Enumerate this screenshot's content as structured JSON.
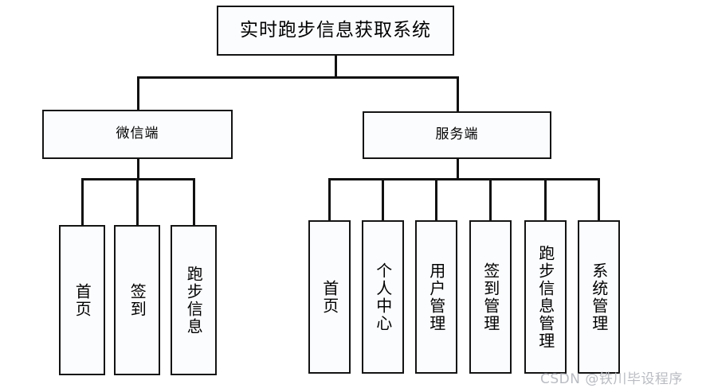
{
  "diagram": {
    "type": "hierarchy-tree",
    "title": "实时跑步信息获取系统",
    "root": {
      "label": "实时跑步信息获取系统"
    },
    "branches": [
      {
        "label": "微信端",
        "children": [
          {
            "label": "首页"
          },
          {
            "label": "签到"
          },
          {
            "label": "跑步信息"
          }
        ]
      },
      {
        "label": "服务端",
        "children": [
          {
            "label": "首页"
          },
          {
            "label": "个人中心"
          },
          {
            "label": "用户管理"
          },
          {
            "label": "签到管理"
          },
          {
            "label": "跑步信息管理"
          },
          {
            "label": "系统管理"
          }
        ]
      }
    ]
  },
  "watermark": {
    "text": "CSDN @铁川毕设程序"
  },
  "colors": {
    "stroke": "#141414",
    "fill": "#fbfcfe",
    "text": "#000000",
    "watermark": "#b9bcc2",
    "background": "#ffffff"
  }
}
